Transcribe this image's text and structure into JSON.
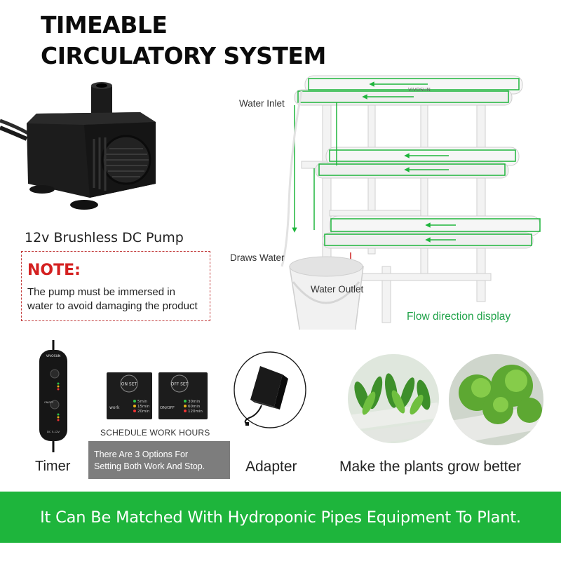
{
  "title": {
    "line1": "TIMEABLE",
    "line2": "CIRCULATORY SYSTEM"
  },
  "pump": {
    "caption": "12v Brushless DC Pump"
  },
  "note": {
    "heading": "NOTE:",
    "line1": "The pump must be immersed in",
    "line2": "water to avoid damaging the product"
  },
  "system": {
    "water_inlet": "Water Inlet",
    "draws_water": "Draws Water",
    "water_outlet": "Water Outlet",
    "flow_direction": "Flow direction display",
    "brand_mark": "VIVOSUN"
  },
  "timer": {
    "caption": "Timer",
    "brand": "VIVOSUN",
    "on_label": "ON/OFF",
    "spec": "DC 5-12V"
  },
  "panel_on": {
    "button": "ON SET",
    "work_label": "work",
    "options": [
      "5min",
      "15min",
      "20min"
    ]
  },
  "panel_off": {
    "button": "OFF SET",
    "onoff_label": "ON/OFF",
    "options": [
      "30min",
      "60min",
      "120min"
    ]
  },
  "schedule": {
    "label": "SCHEDULE WORK HOURS",
    "line1": "There Are 3 Options For",
    "line2": "Setting Both Work And Stop."
  },
  "adapter": {
    "caption": "Adapter"
  },
  "plants": {
    "caption": "Make the plants grow better"
  },
  "banner": {
    "text": "It Can Be Matched With Hydroponic Pipes Equipment To Plant."
  },
  "colors": {
    "accent_green": "#1eb53c",
    "note_red": "#d42020",
    "flow_green": "#21a34a",
    "gray_box": "#7d7d7d"
  }
}
